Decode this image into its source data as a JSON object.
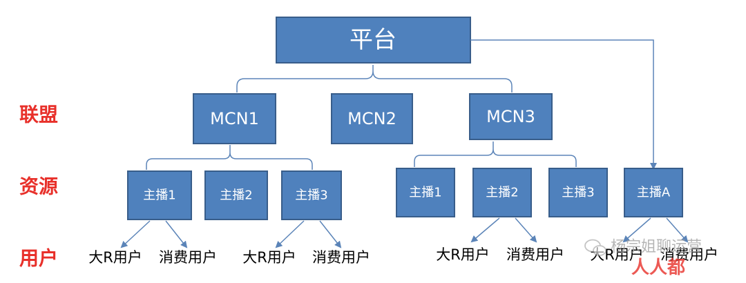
{
  "row_labels": {
    "alliance": "联盟",
    "resources": "资源",
    "users": "用户"
  },
  "platform": {
    "label": "平台"
  },
  "mcns": [
    {
      "label": "MCN1"
    },
    {
      "label": "MCN2"
    },
    {
      "label": "MCN3"
    }
  ],
  "anchors": {
    "mcn1": [
      "主播1",
      "主播2",
      "主播3"
    ],
    "mcn3": [
      "主播1",
      "主播2",
      "主播3"
    ],
    "direct": "主播A"
  },
  "users": {
    "big_r": "大R用户",
    "consumer": "消费用户"
  },
  "watermark": {
    "text": "杨宗姐聊运营",
    "logo": "人人都"
  },
  "colors": {
    "box_fill": "#4f81bd",
    "box_stroke": "#385d8a",
    "connector": "#5b84b8",
    "label_red": "#e8302a"
  }
}
